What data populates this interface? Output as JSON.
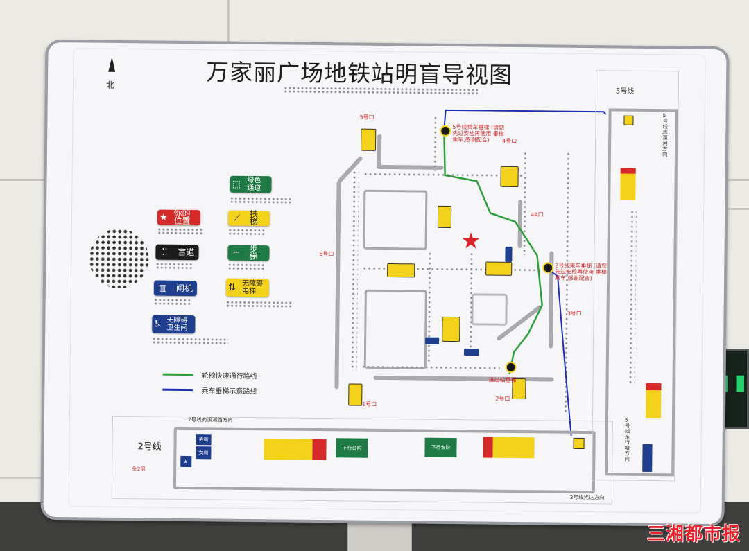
{
  "board": {
    "title": "万家丽广场地铁站明盲导视图",
    "north": "北"
  },
  "legend": {
    "items": [
      {
        "label": "你的位置",
        "color": "#d52a2a",
        "icon": "star-icon"
      },
      {
        "label": "盲道",
        "color": "#1c1c1c",
        "icon": "tactile-path-icon"
      },
      {
        "label": "闸机",
        "color": "#1f3f8e",
        "icon": "gate-icon"
      },
      {
        "label": "无障碍卫生间",
        "color": "#1f3f8e",
        "icon": "wheelchair-icon"
      },
      {
        "label": "绿色通道",
        "color": "#1f7a45",
        "icon": "green-channel-icon"
      },
      {
        "label": "扶梯",
        "color": "#f2d21a",
        "icon": "escalator-icon"
      },
      {
        "label": "步梯",
        "color": "#1f7a45",
        "icon": "stairs-icon"
      },
      {
        "label": "无障碍电梯",
        "color": "#f2d21a",
        "icon": "elevator-icon"
      }
    ],
    "lines": [
      {
        "label": "轮椅快速通行路线",
        "color": "#2e9e3c"
      },
      {
        "label": "乘车垂梯示意路线",
        "color": "#1e2fb3"
      }
    ]
  },
  "map": {
    "exits": [
      "5号口",
      "4号口",
      "4A口",
      "6号口",
      "3号口",
      "1号口",
      "2号口"
    ],
    "notes": {
      "line5_route": "5号线乘车垂梯 (请您先过安检再使用 垂梯乘车,感谢配合)",
      "line2_route": "2号线乘车垂梯 (请您先过安检再使用 垂梯乘车,感谢配合)",
      "exit_elevator": "进出站垂梯"
    }
  },
  "line2": {
    "label": "2号线",
    "floor": "负2层",
    "dir_west": "2号线向溪湖西方向",
    "dir_east": "2号线光达方向",
    "down_platform": "下行台阶",
    "rooms": [
      "男厕",
      "女厕"
    ]
  },
  "line5": {
    "label": "5号线",
    "dir_north": "5号线水渡河方向",
    "dir_south": "5号线东行塘方向"
  },
  "watermark": "三湘都市报",
  "colors": {
    "wheelchair_route": "#2e9e3c",
    "elevator_route": "#1e2fb3",
    "accent_red": "#d52a2a"
  }
}
